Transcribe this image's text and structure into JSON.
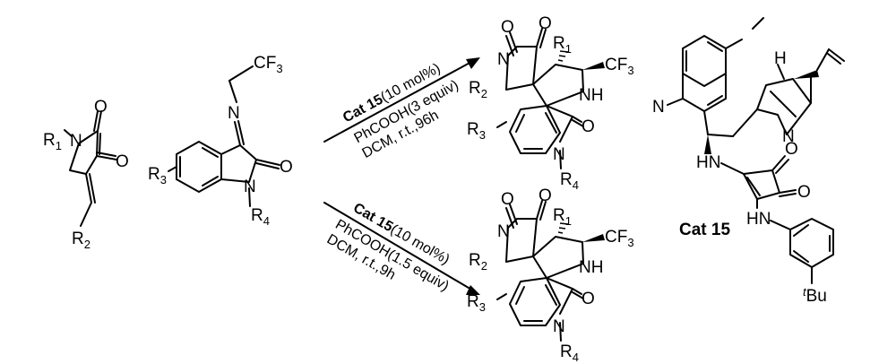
{
  "reactant1": {
    "r1": "R",
    "r1_sub": "1",
    "o_top": "O",
    "o_side": "O",
    "n": "N",
    "r2": "R",
    "r2_sub": "2"
  },
  "reactant2": {
    "cf3": "CF",
    "cf3_sub": "3",
    "n_imine": "N",
    "r3": "R",
    "r3_sub": "3",
    "o": "O",
    "n_ring": "N",
    "r4": "R",
    "r4_sub": "4"
  },
  "reaction_top": {
    "cat_name": "Cat 15",
    "cat_loading": "(10 mol%)",
    "acid": "PhCOOH(3 equiv)",
    "conditions": "DCM, r.t.,96h"
  },
  "reaction_bottom": {
    "cat_name": "Cat 15",
    "cat_loading": "(10 mol%)",
    "acid": "PhCOOH(1.5 equiv)",
    "conditions": "DCM, r.t.,9h"
  },
  "product": {
    "o1": "O",
    "o2": "O",
    "r1": "R",
    "r1_sub": "1",
    "cf3": "CF",
    "cf3_sub": "3",
    "n_lactam": "N",
    "r2": "R",
    "r2_sub": "2",
    "nh": "NH",
    "r3": "R",
    "r3_sub": "3",
    "o_oxindole": "O",
    "n_oxindole": "N",
    "r4": "R",
    "r4_sub": "4"
  },
  "catalyst": {
    "name": "Cat 15",
    "h": "H",
    "n_quinoline": "N",
    "n_quinuclidine": "N",
    "hn1": "HN",
    "hn2": "HN",
    "o1": "O",
    "o2": "O",
    "tbu_sup": "t",
    "tbu": "Bu"
  }
}
